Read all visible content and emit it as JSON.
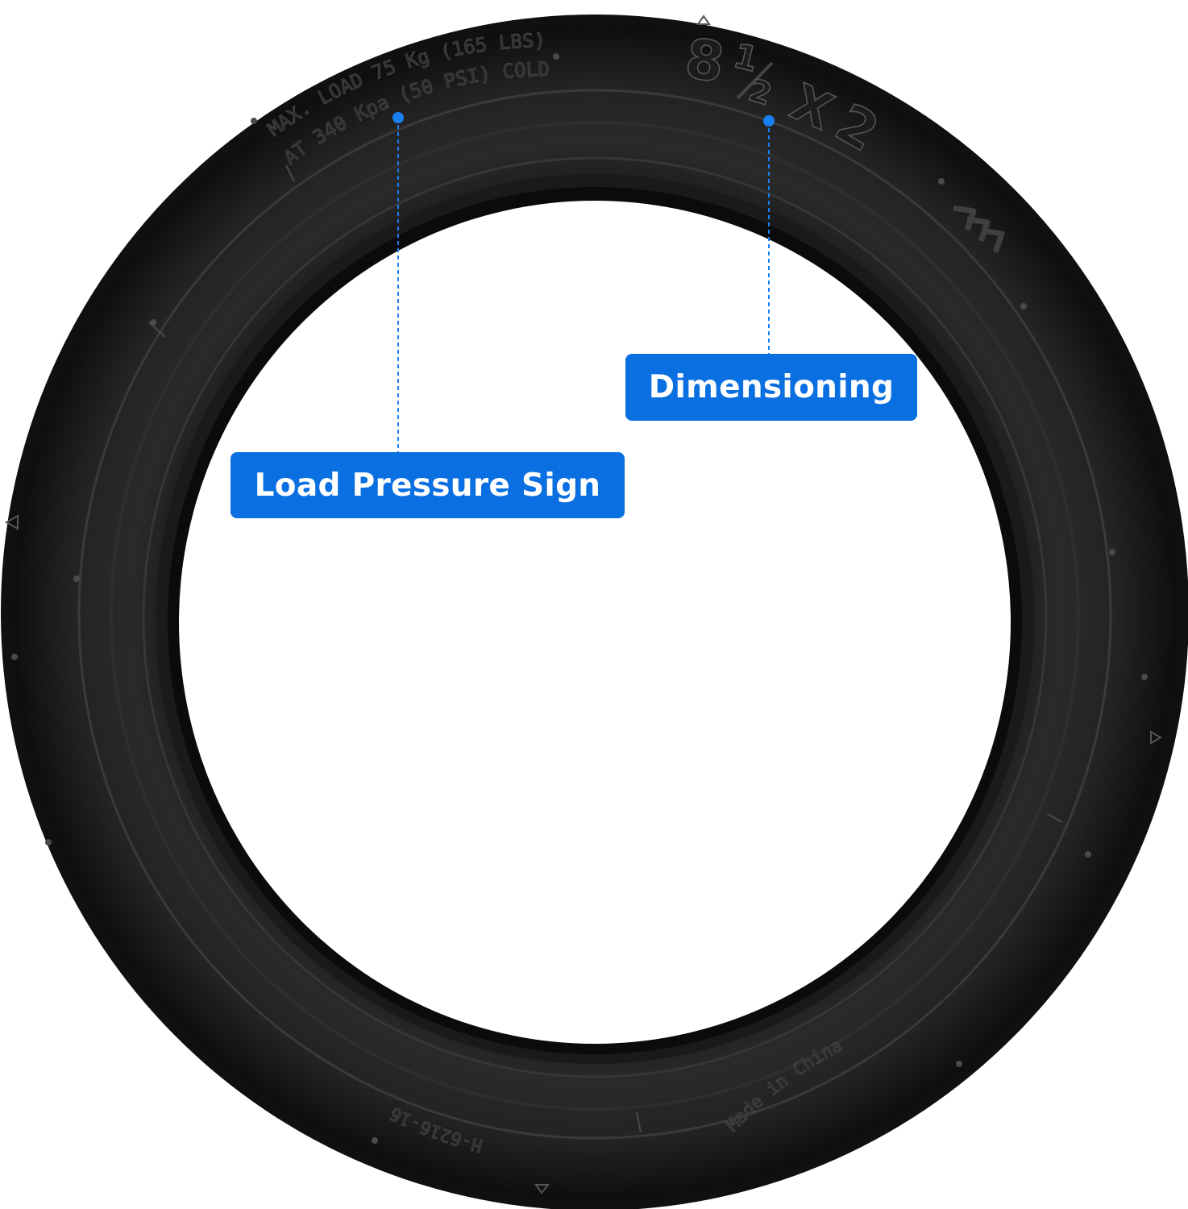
{
  "callouts": {
    "load_pressure": "Load Pressure Sign",
    "dimensioning": "Dimensioning"
  },
  "sidewall": {
    "load_line_1": "MAX. LOAD 75 Kg (165 LBS)",
    "load_line_2": "AT 340 Kpa (50 PSI) COLD",
    "size_whole": "8",
    "size_fraction_num": "1",
    "size_fraction_den": "2",
    "size_times": "X",
    "size_width": "2",
    "origin_mark": "Made in China",
    "code_mark": "H-6216-16"
  },
  "colors": {
    "accent": "#0a6fe0",
    "marker_dot": "#1a7ff0",
    "tire_rubber": "#1f1f1f",
    "background": "#ffffff"
  },
  "icons": {
    "rotation_arrows": "triple-chevron-right-icon",
    "callout_marker": "blue-dot-marker-icon"
  }
}
